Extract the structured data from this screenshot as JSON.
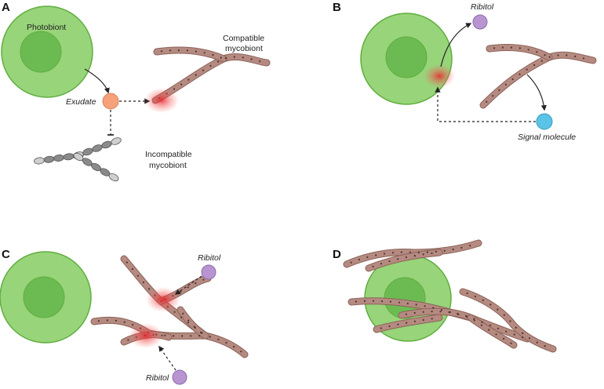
{
  "panels": {
    "a": {
      "letter": "A",
      "photobiont_label": "Photobiont",
      "exudate_label": "Exudate",
      "compatible_label_1": "Compatible",
      "compatible_label_2": "mycobiont",
      "incompatible_label_1": "Incompatible",
      "incompatible_label_2": "mycobiont"
    },
    "b": {
      "letter": "B",
      "ribitol_label": "Ribitol",
      "signal_label": "Signal molecule"
    },
    "c": {
      "letter": "C",
      "ribitol_top_label": "Ribitol",
      "ribitol_bottom_label": "Ribitol"
    },
    "d": {
      "letter": "D"
    }
  },
  "colors": {
    "cell_outer": "#98d47a",
    "cell_stroke": "#5fae3f",
    "cell_inner": "#6cbb52",
    "hypha_fill": "#b58a80",
    "hypha_stroke": "#8c6359",
    "hypha_dot": "#4a3430",
    "incompatible_fill": "#8a8a8a",
    "exudate": "#f5a27a",
    "ribitol": "#b895d0",
    "signal": "#5bc3e6",
    "glow": "#e8232c"
  }
}
